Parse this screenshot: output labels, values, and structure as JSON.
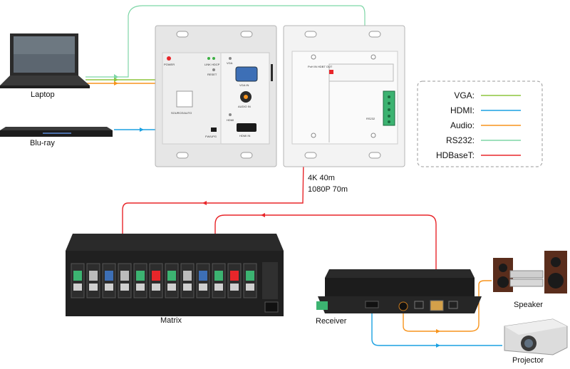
{
  "devices": {
    "laptop": "Laptop",
    "bluray": "Blu-ray",
    "matrix": "Matrix",
    "receiver": "Receiver",
    "speaker": "Speaker",
    "projector": "Projector"
  },
  "distance": {
    "line1": "4K 40m",
    "line2": "1080P 70m"
  },
  "legend": [
    {
      "label": "VGA:",
      "color": "#8dc63f"
    },
    {
      "label": "HDMI:",
      "color": "#1ba1e2"
    },
    {
      "label": "Audio:",
      "color": "#f7941d"
    },
    {
      "label": "RS232:",
      "color": "#7ed6a6"
    },
    {
      "label": "HDBaseT:",
      "color": "#e8262a"
    }
  ],
  "front_panel": {
    "power": "POWER",
    "link_hdcp": "LINK HDCP",
    "reset": "RESET",
    "vga": "VGA",
    "vga_in": "VGA IN",
    "audio_in": "AUDIO IN",
    "source_switch": "SOURCE/AUTO",
    "hdmi": "HDMI",
    "hdmi_in": "HDMI IN",
    "fw_upgrade": "FW/UPG"
  },
  "rear_panel": {
    "hdbt_out": "PoH IN\nHDBT OUT",
    "rs232": "RS232"
  }
}
